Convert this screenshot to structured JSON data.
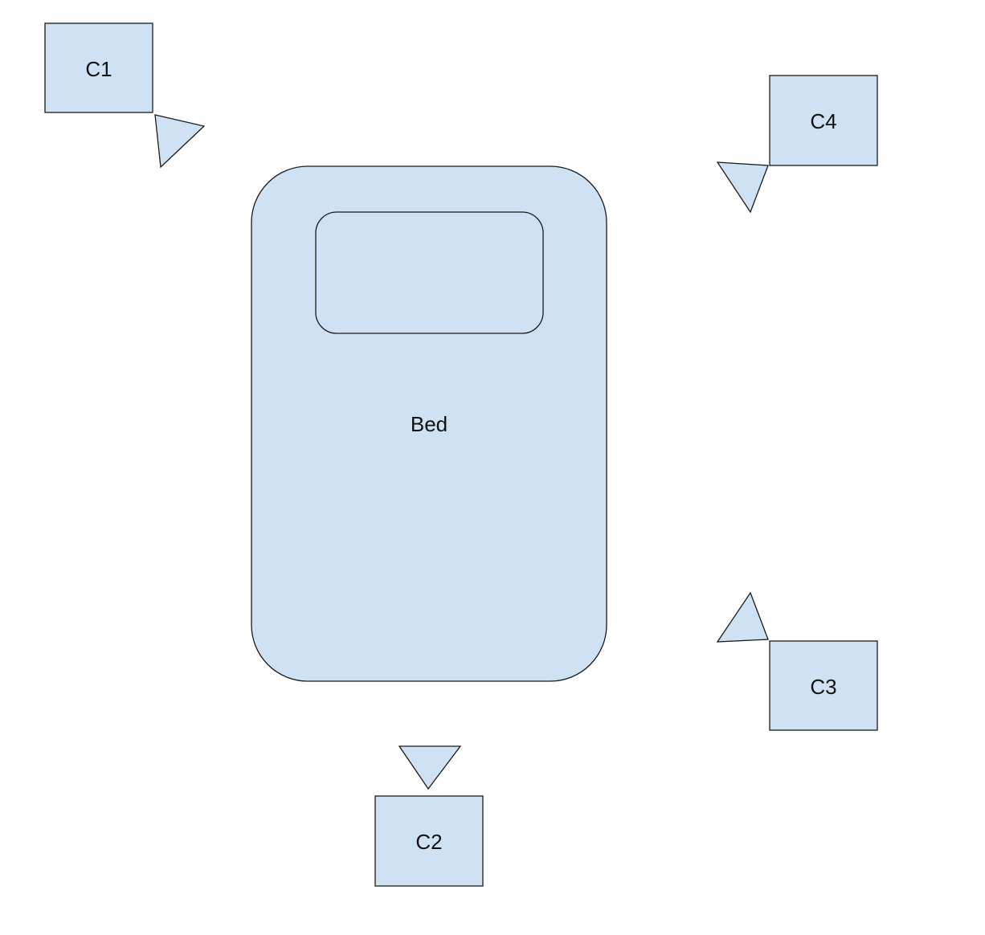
{
  "colors": {
    "fill": "#cfe2f3",
    "stroke": "#1a1a1a",
    "text": "#111111",
    "background": "#ffffff"
  },
  "bed": {
    "label": "Bed"
  },
  "cameras": [
    {
      "id": "c1",
      "label": "C1",
      "icon": "camera-lens-triangle-icon"
    },
    {
      "id": "c2",
      "label": "C2",
      "icon": "camera-lens-triangle-icon"
    },
    {
      "id": "c3",
      "label": "C3",
      "icon": "camera-lens-triangle-icon"
    },
    {
      "id": "c4",
      "label": "C4",
      "icon": "camera-lens-triangle-icon"
    }
  ]
}
